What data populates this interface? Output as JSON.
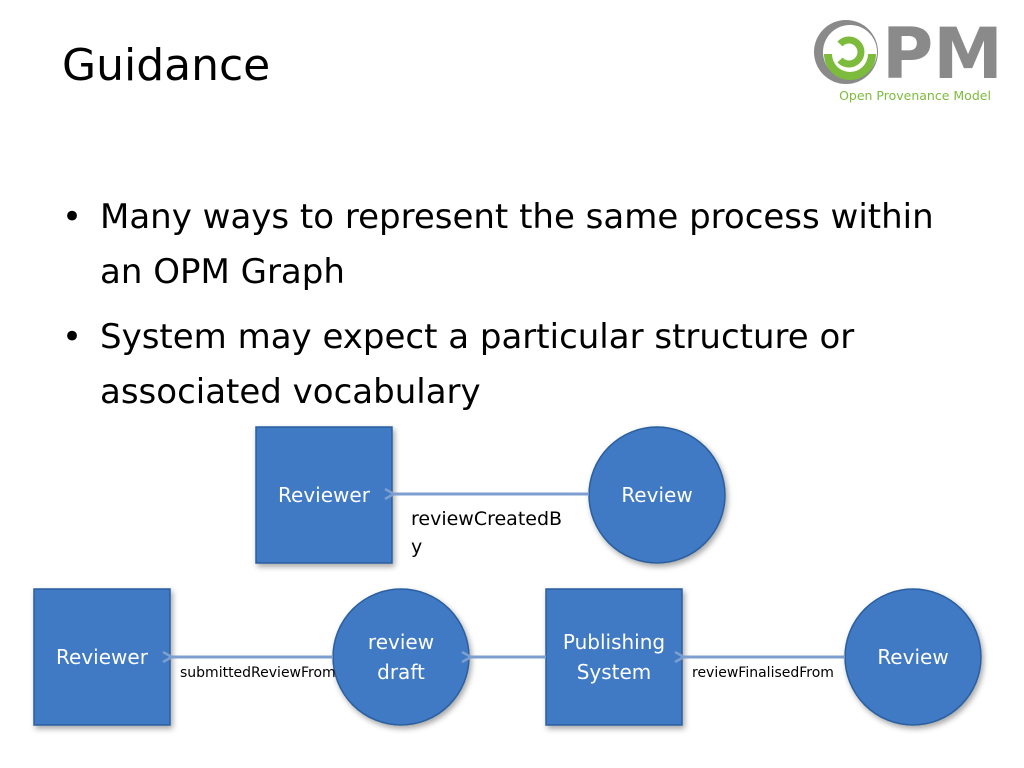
{
  "slide": {
    "title": "Guidance",
    "logo": {
      "mark": "PM",
      "subtitle": "Open Provenance Model"
    },
    "bullets": [
      "Many ways to represent the same process within an OPM Graph",
      "System may expect a particular structure or associated vocabulary"
    ]
  },
  "diagram": {
    "top": {
      "agent_label": "Reviewer",
      "artifact_label": "Review",
      "edge_label": "reviewCreatedB\ny"
    },
    "bottom": {
      "agent_label": "Reviewer",
      "draft_label": "review\ndraft",
      "system_label": "Publishing\nSystem",
      "review_label": "Review",
      "edge1_label": "submittedReviewFrom",
      "edge2_label": "reviewFinalisedFrom"
    }
  },
  "colors": {
    "node_fill": "#3f79c4",
    "node_stroke": "#2c5e9e",
    "edge": "#7d9fcf",
    "logo_green": "#7dbb3c",
    "logo_gray": "#8a8a8a"
  }
}
